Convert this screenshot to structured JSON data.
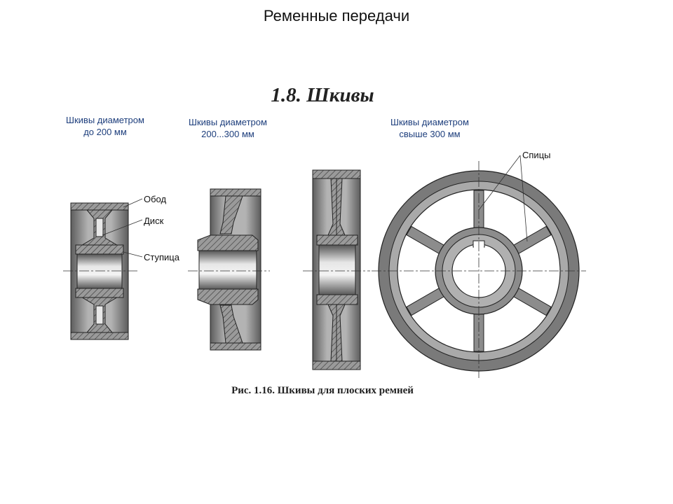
{
  "slide": {
    "title": "Ременные передачи"
  },
  "section": {
    "heading": "1.8. Шкивы"
  },
  "captions": [
    {
      "line1": "Шкивы диаметром",
      "line2": "до 200 мм"
    },
    {
      "line1": "Шкивы диаметром",
      "line2": "200...300 мм"
    },
    {
      "line1": "Шкивы диаметром",
      "line2": "свыше 300 мм"
    }
  ],
  "labels": {
    "rim": "Обод",
    "disk": "Диск",
    "hub": "Ступица",
    "spokes": "Спицы"
  },
  "figure": {
    "caption": "Рис. 1.16. Шкивы для плоских ремней"
  },
  "colors": {
    "caption_blue": "#1d3e7c",
    "body_gray": "#8a8a8a",
    "dark_gray": "#555555",
    "hatch": "#333333"
  }
}
